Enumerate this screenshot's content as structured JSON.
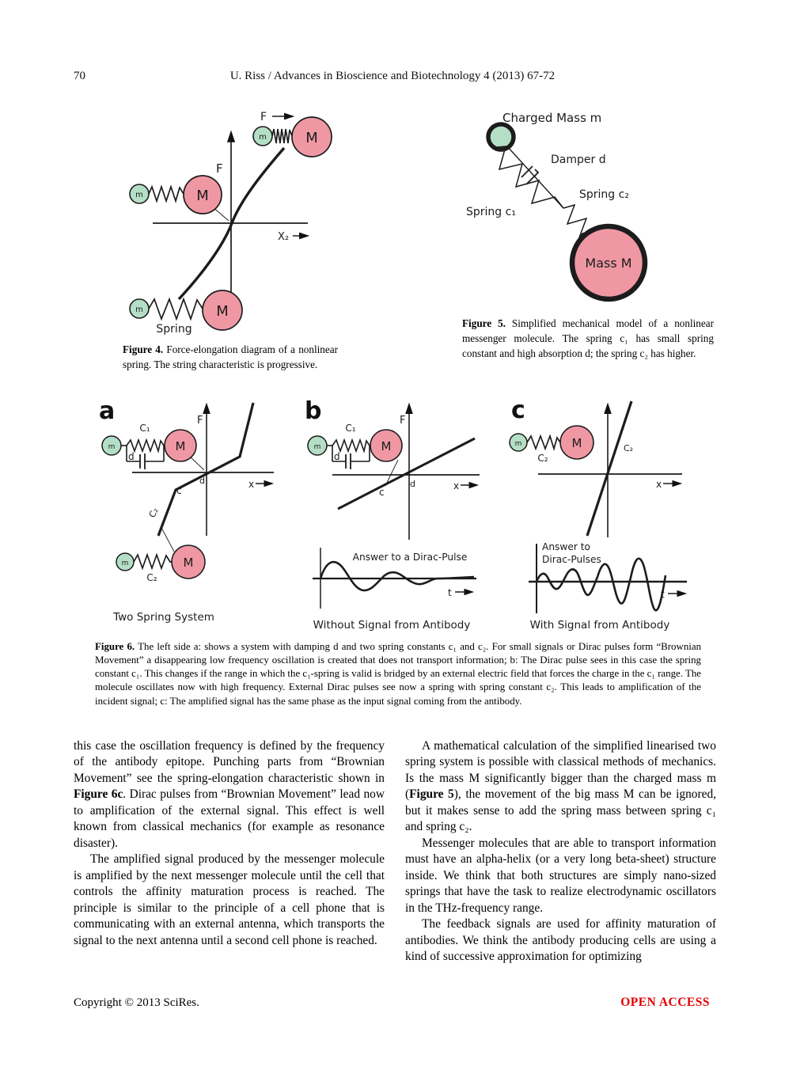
{
  "page": {
    "number": "70",
    "running_head": "U. Riss / Advances in Bioscience and Biotechnology 4 (2013) 67-72"
  },
  "figure4": {
    "caption_tag": "Figure 4.",
    "caption": " Force-elongation diagram of a nonlinear spring. The string characteristic is progressive.",
    "labels": {
      "force_arrow": "F",
      "y_axis": "F",
      "x_axis": "X₂",
      "spring": "Spring",
      "small_mass": "m",
      "big_mass": "M"
    }
  },
  "figure5": {
    "caption_tag": "Figure 5.",
    "caption": " Simplified mechanical model of a nonlinear messenger molecule. The spring c₁ has small spring constant and high absorption d; the spring c₂ has higher.",
    "labels": {
      "charged_mass": "Charged Mass m",
      "damper": "Damper d",
      "spring_c2": "Spring c₂",
      "spring_c1": "Spring c₁",
      "mass": "Mass M"
    }
  },
  "figure6": {
    "caption_tag": "Figure 6.",
    "caption": " The left side a: shows a system with damping d and two spring constants c₁ and c₂. For small signals or Dirac pulses form “Brownian Movement” a disappearing low frequency oscillation is created that does not transport information; b: The Dirac pulse sees in this case the spring constant c₁. This changes if the range in which the c₁-spring is valid is bridged by an external electric field that forces the charge in the c₁ range. The molecule oscillates now with high frequency. External Dirac pulses see now a spring with spring constant c₂. This leads to amplification of the incident signal; c: The amplified signal has the same phase as the input signal coming from the antibody.",
    "panel_a": {
      "letter": "a",
      "spring_c1": "C₁",
      "damper_d": "d",
      "axis_f": "F",
      "axis_x": "x",
      "label_d": "d",
      "label_c": "c",
      "curve_c2": "C₂",
      "spring_c2": "C₂",
      "small_mass": "m",
      "big_mass": "M",
      "caption": "Two Spring System"
    },
    "panel_b": {
      "letter": "b",
      "spring_c1": "C₁",
      "damper_d": "d",
      "axis_f": "F",
      "axis_x": "x",
      "label_d": "d",
      "label_c": "c",
      "small_mass": "m",
      "big_mass": "M",
      "answer": "Answer to a Dirac-Pulse",
      "t_axis": "t",
      "caption": "Without Signal from Antibody"
    },
    "panel_c": {
      "letter": "c",
      "spring_c2": "C₂",
      "axis_x": "x",
      "line_c2": "C₂",
      "small_mass": "m",
      "big_mass": "M",
      "answer_line1": "Answer to",
      "answer_line2": "Dirac-Pulses",
      "t_axis": "t",
      "caption": "With Signal from Antibody"
    }
  },
  "body": {
    "left_p1_a": "this case the oscillation frequency is defined by the frequency of the antibody epitope. Punching parts from “Brownian Movement” see the spring-elongation characteristic shown in ",
    "left_p1_b": "Figure 6c",
    "left_p1_c": ". Dirac pulses from “Brownian Movement” lead now to amplification of the external signal. This effect is well known from classical mechanics (for example as resonance disaster).",
    "left_p2": "The amplified signal produced by the messenger molecule is amplified by the next messenger molecule until the cell that controls the affinity maturation process is reached. The principle is similar to the principle of a cell phone that is communicating with an external antenna, which transports the signal to the next antenna until a second cell phone is reached.",
    "right_p1_a": "A mathematical calculation of the simplified linearised two spring system is possible with classical methods of mechanics. Is the mass M significantly bigger than the charged mass m (",
    "right_p1_b": "Figure 5",
    "right_p1_c": "), the movement of the big mass M can be ignored, but it makes sense to add the spring mass between spring c₁ and spring c₂.",
    "right_p2": "Messenger molecules that are able to transport information must have an alpha-helix (or a very long beta-sheet) structure inside. We think that both structures are simply nano-sized springs that have the task to realize electrodynamic oscillators in the THz-frequency range.",
    "right_p3": "The feedback signals are used for affinity maturation of antibodies. We think the antibody producing cells are using a kind of successive approximation for optimizing"
  },
  "footer": {
    "copyright": "Copyright © 2013 SciRes.",
    "open_access": "OPEN ACCESS"
  },
  "colors": {
    "small_mass_fill": "#b4dfc6",
    "big_mass_fill": "#ef98a4",
    "open_access_red": "#e50000"
  }
}
